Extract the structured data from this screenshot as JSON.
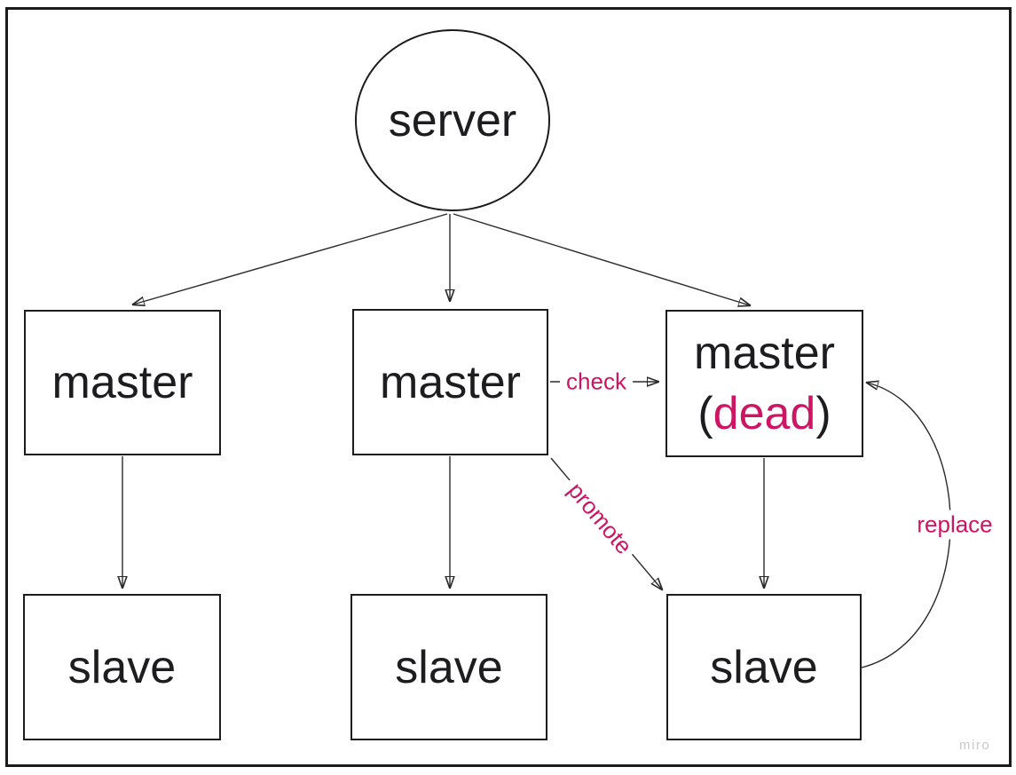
{
  "diagram": {
    "nodes": {
      "server": {
        "label": "server",
        "shape": "ellipse"
      },
      "master_left": {
        "label": "master",
        "shape": "rect"
      },
      "master_middle": {
        "label": "master",
        "shape": "rect"
      },
      "master_dead": {
        "line1": "master",
        "paren_open": "(",
        "dead": "dead",
        "paren_close": ")",
        "shape": "rect"
      },
      "slave_left": {
        "label": "slave",
        "shape": "rect"
      },
      "slave_middle": {
        "label": "slave",
        "shape": "rect"
      },
      "slave_right": {
        "label": "slave",
        "shape": "rect"
      }
    },
    "edges": [
      {
        "from": "server",
        "to": "master_left",
        "label": ""
      },
      {
        "from": "server",
        "to": "master_middle",
        "label": ""
      },
      {
        "from": "server",
        "to": "master_dead",
        "label": ""
      },
      {
        "from": "master_left",
        "to": "slave_left",
        "label": ""
      },
      {
        "from": "master_middle",
        "to": "slave_middle",
        "label": ""
      },
      {
        "from": "master_dead",
        "to": "slave_right",
        "label": ""
      },
      {
        "from": "master_middle",
        "to": "master_dead",
        "label": "check"
      },
      {
        "from": "master_middle",
        "to": "slave_right",
        "label": "promote"
      },
      {
        "from": "slave_right",
        "to": "master_dead",
        "label": "replace"
      }
    ],
    "edge_labels": {
      "check": "check",
      "promote": "promote",
      "replace": "replace"
    },
    "watermark": "miro",
    "colors": {
      "accent_pink": "#cc1563",
      "line": "#2a2a2a",
      "node_border": "#1c1c1c",
      "watermark_gray": "#c7c9cd"
    }
  }
}
